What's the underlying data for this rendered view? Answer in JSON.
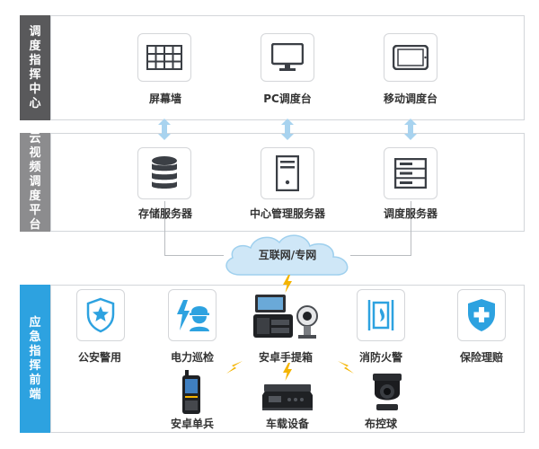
{
  "sections": {
    "dispatch_center": {
      "title": "调度指挥中心",
      "items": [
        {
          "label": "屏幕墙",
          "icon": "video-wall-icon"
        },
        {
          "label": "PC调度台",
          "icon": "pc-monitor-icon"
        },
        {
          "label": "移动调度台",
          "icon": "tablet-icon"
        }
      ]
    },
    "cloud_platform": {
      "title": "云视频调度平台",
      "items": [
        {
          "label": "存储服务器",
          "icon": "database-icon"
        },
        {
          "label": "中心管理服务器",
          "icon": "server-tower-icon"
        },
        {
          "label": "调度服务器",
          "icon": "server-rack-icon"
        }
      ]
    },
    "network": {
      "label": "互联网/专网",
      "icon": "cloud-icon"
    },
    "field_front": {
      "title": "应急指挥前端",
      "items": [
        {
          "label": "公安警用",
          "icon": "police-shield-star-icon"
        },
        {
          "label": "电力巡检",
          "icon": "power-worker-icon"
        },
        {
          "label": "安卓手提箱",
          "icon": "portable-case-icon"
        },
        {
          "label": "消防火警",
          "icon": "fire-door-icon"
        },
        {
          "label": "保险理赔",
          "icon": "insurance-shield-icon"
        },
        {
          "label": "安卓单兵",
          "icon": "handheld-terminal-icon"
        },
        {
          "label": "车载设备",
          "icon": "vehicle-dvr-icon"
        },
        {
          "label": "布控球",
          "icon": "ptz-dome-camera-icon"
        }
      ]
    }
  },
  "colors": {
    "accent": "#2da2e0",
    "strip_dark": "#59595b",
    "strip_mid": "#8c8c8e",
    "arrow": "#a8d3ef",
    "bolt": "#f4b400",
    "icon_dark": "#3b3f45"
  }
}
